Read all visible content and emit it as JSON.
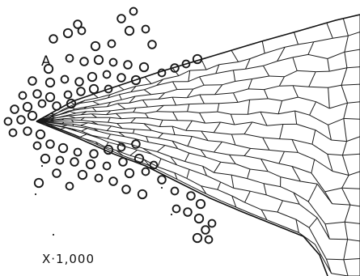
{
  "figure": {
    "label_a": "A",
    "magnification": "X·1,000",
    "colors": {
      "ink": "#1a1a1a",
      "paper": "#ffffff"
    },
    "depicts": [
      "cell-mesh",
      "spores"
    ]
  }
}
